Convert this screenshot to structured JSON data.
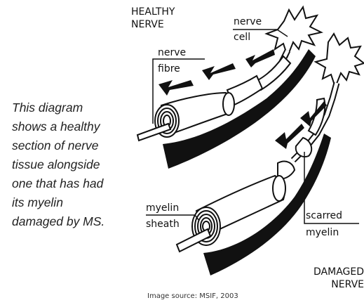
{
  "caption_lines": [
    "This diagram",
    "shows a healthy",
    "section of nerve",
    "tissue alongside",
    "one that has had",
    "its myelin",
    "damaged by MS."
  ],
  "labels": {
    "healthy_line1": "HEALTHY",
    "healthy_line2": "NERVE",
    "nerve_cell_line1": "nerve",
    "nerve_cell_line2": "cell",
    "nerve_fibre_line1": "nerve",
    "nerve_fibre_line2": "fibre",
    "myelin_sheath_line1": "myelin",
    "myelin_sheath_line2": "sheath",
    "scarred_myelin_line1": "scarred",
    "scarred_myelin_line2": "myelin",
    "damaged_line1": "DAMAGED",
    "damaged_line2": "NERVE"
  },
  "source": "Image source: MSIF, 2003"
}
